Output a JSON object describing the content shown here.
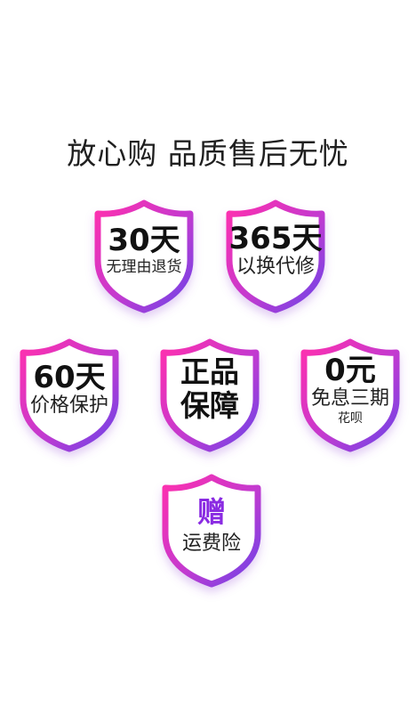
{
  "page_title": "放心购 品质售后无忧",
  "colors": {
    "shield_gradient_start": "#ff36b0",
    "shield_gradient_end": "#7b3fe4",
    "gift_text": "#8a2be2",
    "text": "#111111"
  },
  "badges": [
    {
      "main": "30天",
      "sub": "无理由退货"
    },
    {
      "main": "365天",
      "sub": "以换代修"
    },
    {
      "main": "60天",
      "sub": "价格保护"
    },
    {
      "main": "正品",
      "sub": "保障"
    },
    {
      "main": "0元",
      "sub": "免息三期",
      "sub2": "花呗"
    },
    {
      "main": "赠",
      "sub": "运费险"
    }
  ]
}
